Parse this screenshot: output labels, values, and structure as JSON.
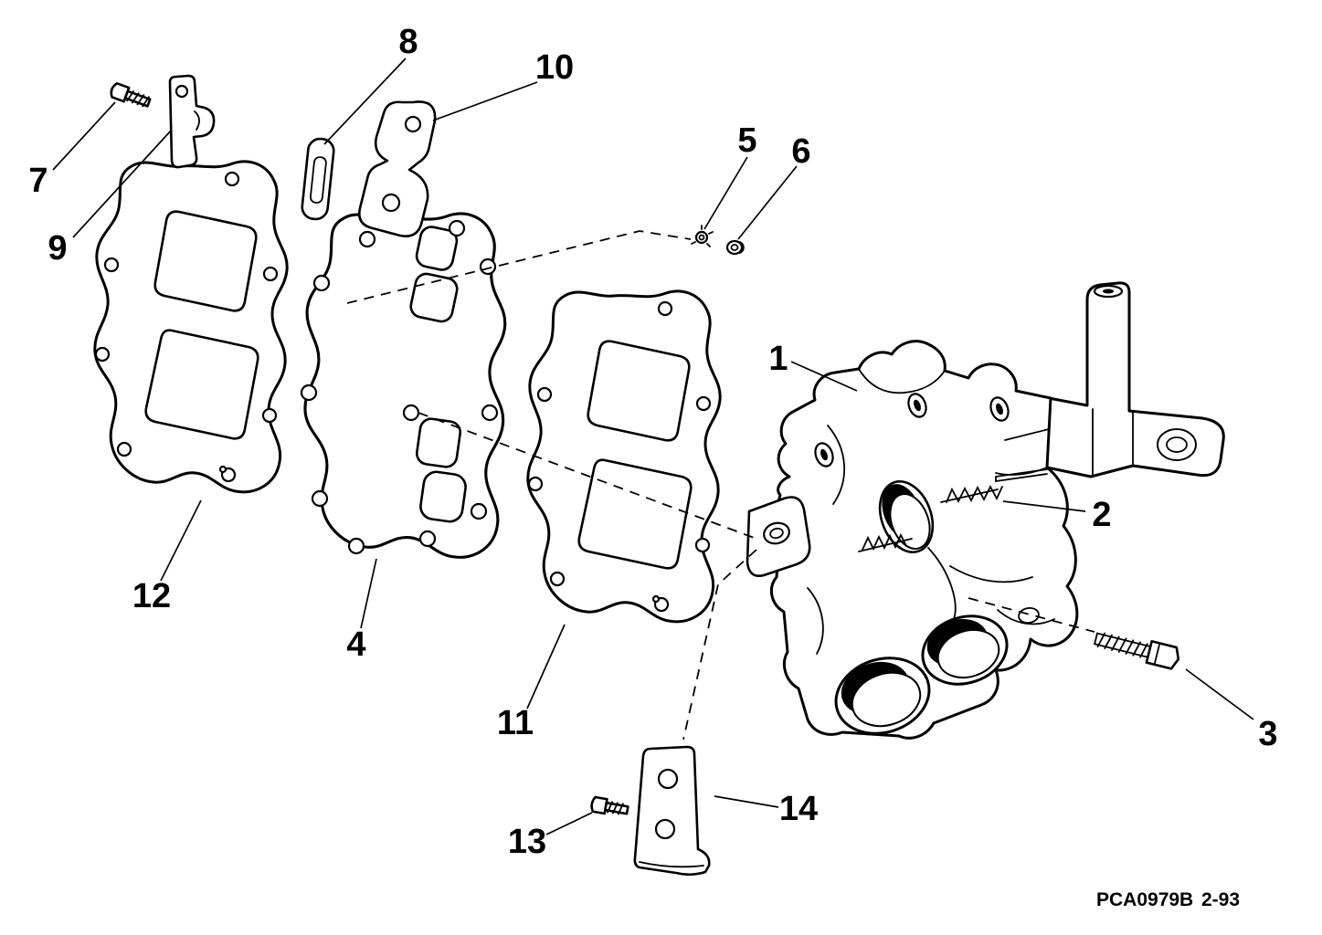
{
  "colors": {
    "ink": "#000000",
    "background": "#ffffff"
  },
  "diagram": {
    "callouts": [
      "1",
      "2",
      "3",
      "4",
      "5",
      "6",
      "7",
      "8",
      "9",
      "10",
      "11",
      "12",
      "13",
      "14"
    ],
    "caption": {
      "code": "PCA0979B",
      "rev": "2-93"
    }
  }
}
